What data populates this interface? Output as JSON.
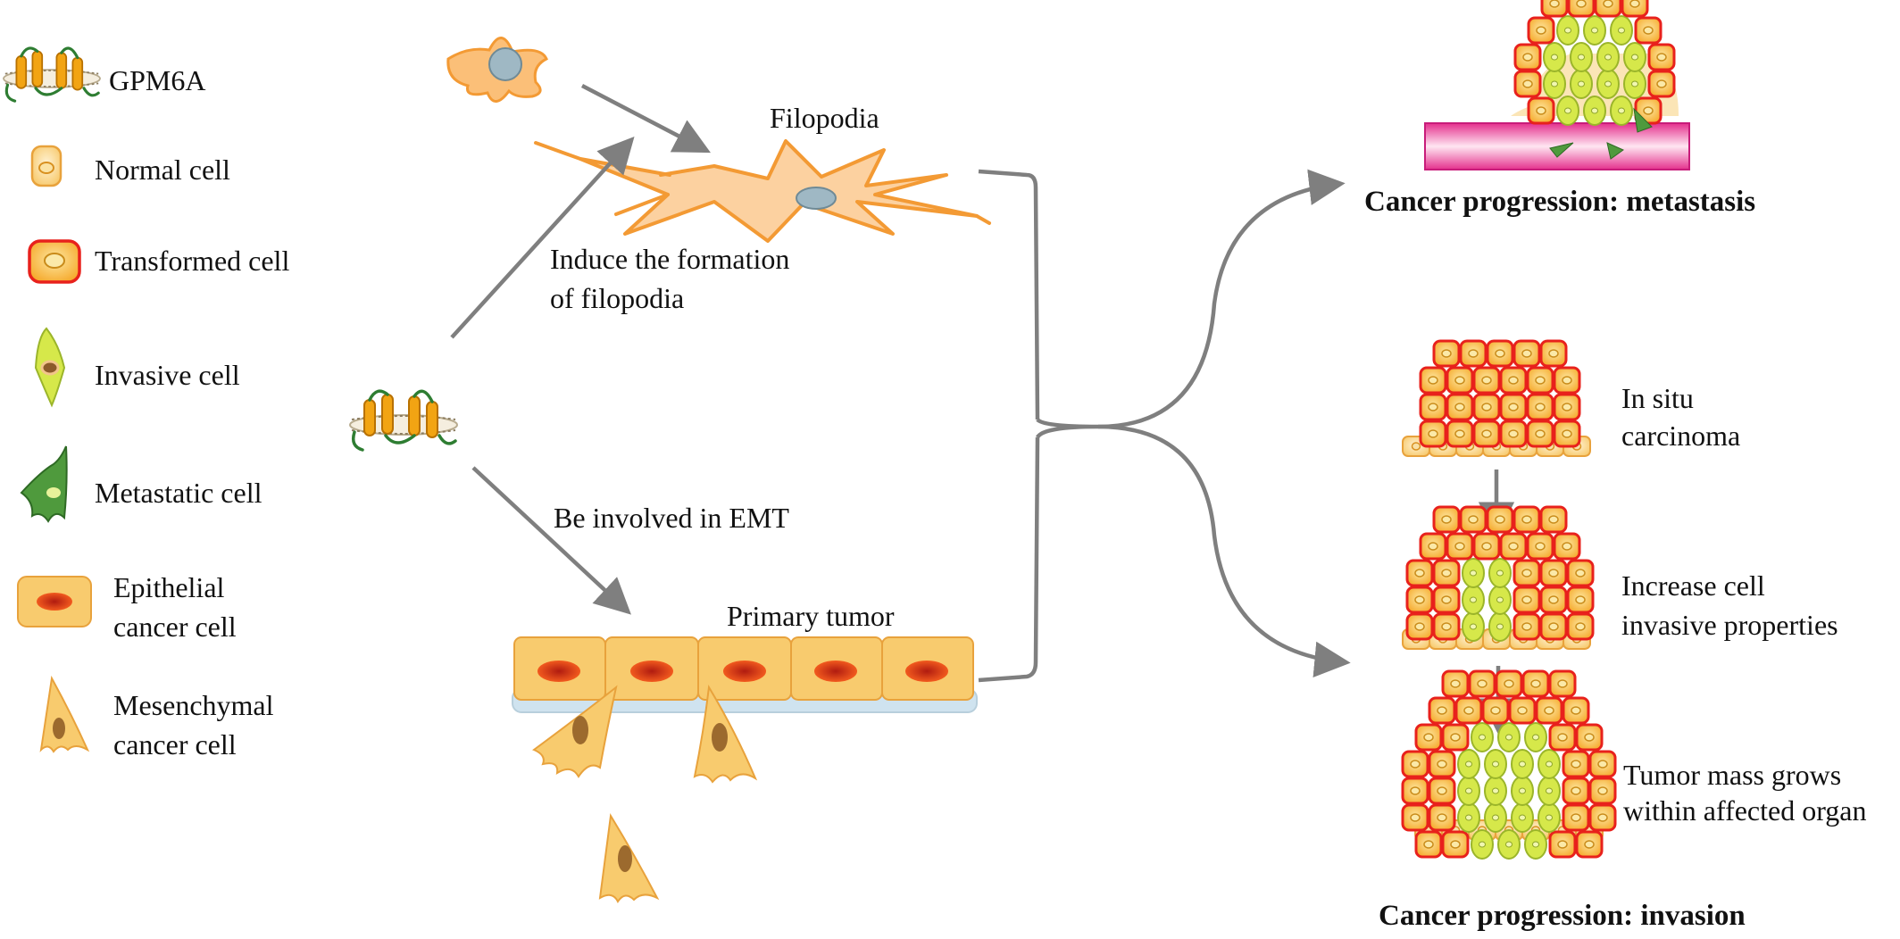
{
  "legend": {
    "gpm6a": "GPM6A",
    "normal_cell": "Normal cell",
    "transformed_cell": "Transformed cell",
    "invasive_cell": "Invasive cell",
    "metastatic_cell": "Metastatic cell",
    "epithelial_cancer_cell": [
      "Epithelial",
      "cancer cell"
    ],
    "mesenchymal_cancer_cell": [
      "Mesenchymal",
      "cancer cell"
    ]
  },
  "pathway": {
    "filopodia_label": "Filopodia",
    "induce_filopodia": [
      "Induce the formation",
      "of filopodia"
    ],
    "emt_label": "Be involved in EMT",
    "primary_tumor_label": "Primary tumor"
  },
  "outcomes": {
    "metastasis_title": "Cancer progression: metastasis",
    "in_situ": [
      "In situ",
      "carcinoma"
    ],
    "invasive_props": [
      "Increase cell",
      "invasive properties"
    ],
    "tumor_mass": [
      "Tumor mass grows",
      "within affected organ"
    ],
    "invasion_title": "Cancer progression: invasion"
  },
  "colors": {
    "arrow": "#7f7f7f",
    "normal_fill": "#fbd58a",
    "normal_stroke": "#e8a23c",
    "transformed_fill": "#f7b23b",
    "transformed_stroke": "#e8211c",
    "invasive_fill": "#d6e84a",
    "metastatic_fill": "#4f9a3d",
    "nucleus_red": "#e02a1c",
    "filopodia_orange": "#f39a34",
    "vessel_pink": "#e4308c"
  }
}
